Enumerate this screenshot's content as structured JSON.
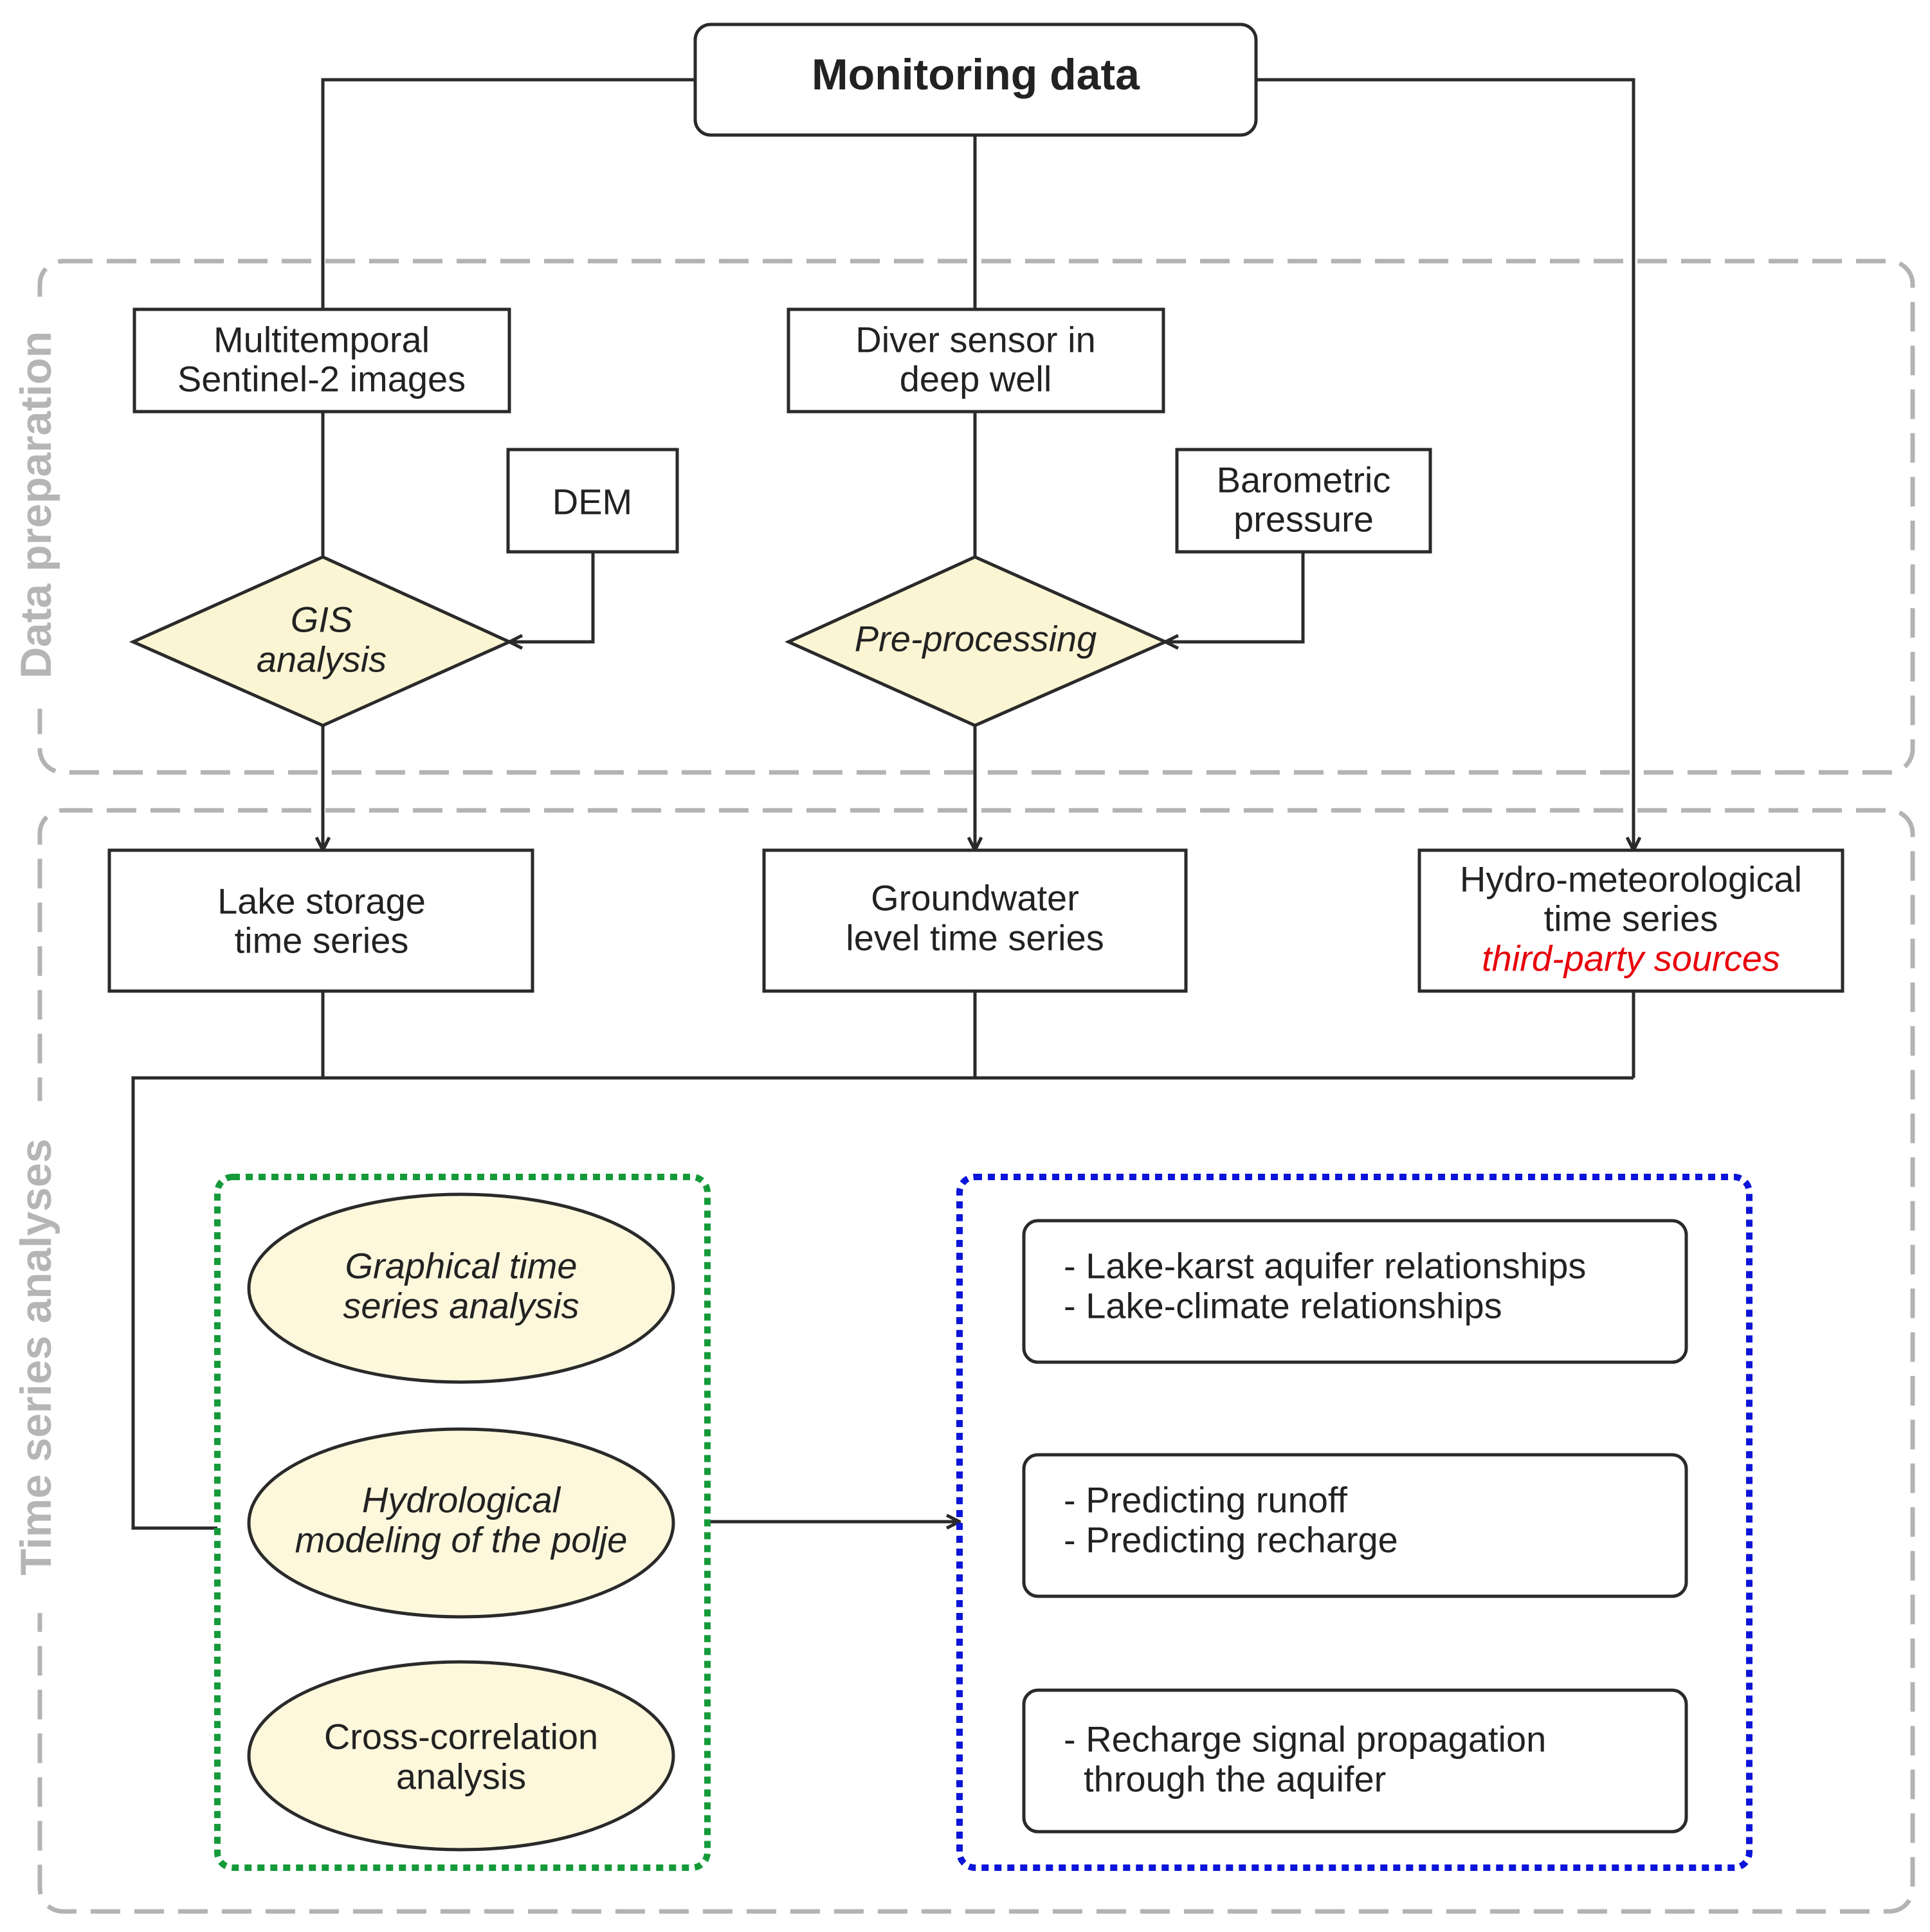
{
  "colors": {
    "line": "#2a2a2a",
    "section_border": "#b3b3b3",
    "section_label": "#b5b5b5",
    "decision_fill": "#fbf5d3",
    "analysis_fill": "#fdf8dc",
    "highlight_red": "#e8000b",
    "group_green": "#159a3a",
    "group_blue": "#0b14d8"
  },
  "sections": {
    "data_preparation": "Data preparation",
    "time_series_analyses": "Time series analyses"
  },
  "nodes": {
    "monitoring": {
      "lines": [
        "Monitoring data"
      ]
    },
    "sentinel": {
      "lines": [
        "Multitemporal",
        "Sentinel-2 images"
      ]
    },
    "diver": {
      "lines": [
        "Diver sensor in",
        "deep well"
      ]
    },
    "dem": {
      "lines": [
        "DEM"
      ]
    },
    "barometric": {
      "lines": [
        "Barometric",
        "pressure"
      ]
    },
    "gis": {
      "lines": [
        "GIS",
        "analysis"
      ]
    },
    "preprocessing": {
      "lines": [
        "Pre-processing"
      ]
    },
    "lake_storage": {
      "lines": [
        "Lake storage",
        "time series"
      ]
    },
    "groundwater": {
      "lines": [
        "Groundwater",
        "level time series"
      ]
    },
    "hydromet": {
      "lines": [
        "Hydro-meteorological",
        "time series"
      ],
      "note": "third-party sources"
    }
  },
  "analyses": [
    {
      "lines": [
        "Graphical time",
        "series analysis"
      ]
    },
    {
      "lines": [
        "Hydrological",
        "modeling of the polje"
      ]
    },
    {
      "lines": [
        "Cross-correlation",
        "analysis"
      ]
    }
  ],
  "outcomes": [
    {
      "lines": [
        "- Lake-karst aquifer relationships",
        "- Lake-climate relationships"
      ]
    },
    {
      "lines": [
        "- Predicting runoff",
        "- Predicting recharge"
      ]
    },
    {
      "lines": [
        "- Recharge signal propagation",
        "  through the aquifer"
      ]
    }
  ]
}
